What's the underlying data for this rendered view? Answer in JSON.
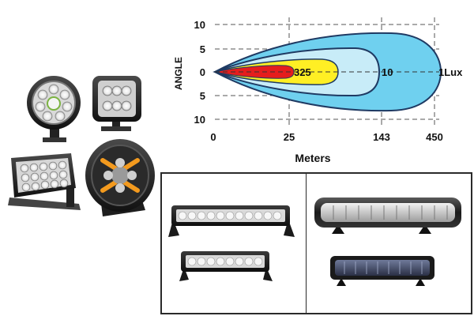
{
  "diagram": {
    "angle_axis_label": "ANGLE",
    "distance_axis_label": "Meters",
    "angle_ticks": [
      "10",
      "5",
      "0",
      "5",
      "10"
    ],
    "distance_ticks": [
      "0",
      "25",
      "143",
      "450"
    ],
    "lux_labels": {
      "inner": "325",
      "middle": "10",
      "outer": "1Lux"
    },
    "colors": {
      "outer_zone": "#6fd0ef",
      "middle_zone": "#c8ecf8",
      "inner_zone": "#ffef24",
      "core_zone": "#e51d1d",
      "outline": "#1f3a63",
      "grid": "#555555"
    }
  }
}
